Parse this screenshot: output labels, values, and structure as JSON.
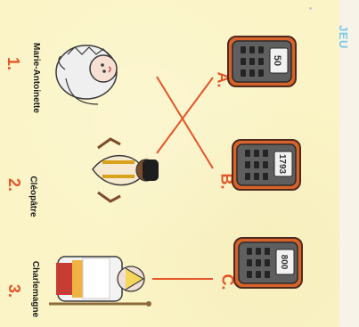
{
  "header": {
    "jeu": "JEU"
  },
  "people": [
    {
      "number": "1.",
      "name": "Marie-Antoinette"
    },
    {
      "number": "2.",
      "name": "Cléopâtre"
    },
    {
      "number": "3.",
      "name": "Charlemagne"
    }
  ],
  "phones": [
    {
      "letter": "A.",
      "screen": "50"
    },
    {
      "letter": "B.",
      "screen": "1793"
    },
    {
      "letter": "C.",
      "screen": "800"
    }
  ],
  "colors": {
    "background": "#fbf4c6",
    "accent": "#e55428",
    "brand": "#79c8e9"
  }
}
